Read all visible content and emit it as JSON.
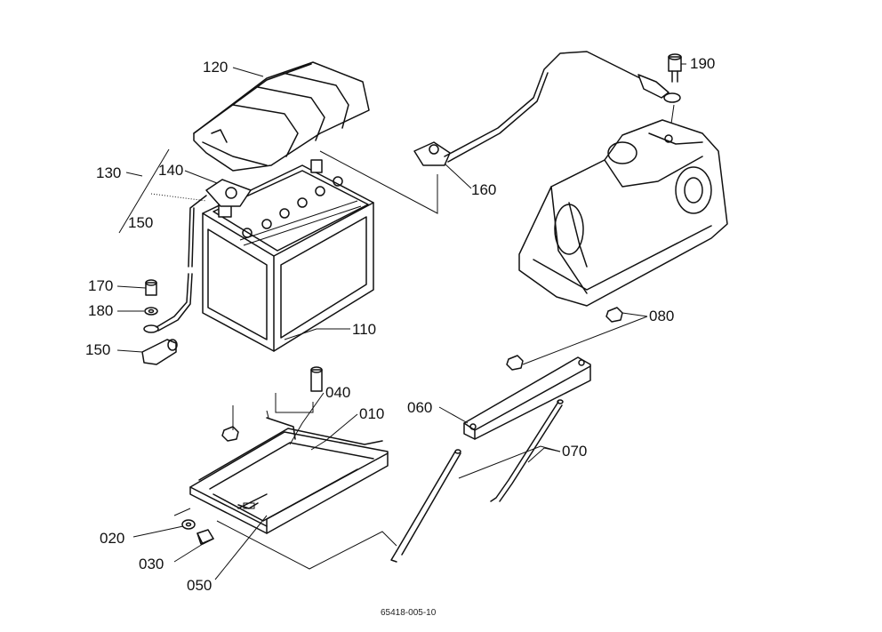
{
  "callouts": {
    "c010": "010",
    "c020": "020",
    "c030": "030",
    "c040": "040",
    "c050": "050",
    "c060": "060",
    "c070": "070",
    "c080": "080",
    "c110": "110",
    "c120": "120",
    "c130": "130",
    "c140": "140",
    "c150a": "150",
    "c150b": "150",
    "c160": "160",
    "c170": "170",
    "c180": "180",
    "c190": "190"
  },
  "caption": "65418-005-10"
}
